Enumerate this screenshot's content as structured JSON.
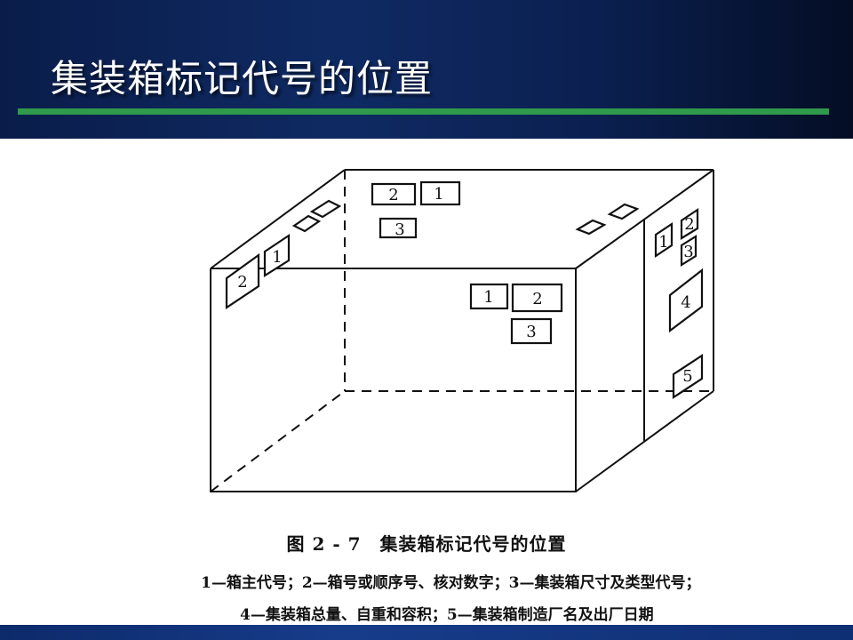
{
  "slide": {
    "title": "集装箱标记代号的位置"
  },
  "theme": {
    "header_bg": "#0f2a63",
    "rule_color": "#2f9a4b",
    "title_color": "#ffffff",
    "footer_bg": "#173c8a"
  },
  "figure": {
    "markers": {
      "top_box_2": "2",
      "top_box_1": "1",
      "top_box_3": "3",
      "left_box_2": "2",
      "left_box_1": "1",
      "front_box_1": "1",
      "front_box_2": "2",
      "front_box_3": "3",
      "end_box_1": "1",
      "end_box_2": "2",
      "end_box_3": "3",
      "end_box_4": "4",
      "end_box_5": "5"
    },
    "caption_title": "图 2 - 7　集装箱标记代号的位置",
    "legend_line1": "1—箱主代号；2—箱号或顺序号、核对数字；3—集装箱尺寸及类型代号；",
    "legend_line2": "4—集装箱总量、自重和容积；5—集装箱制造厂名及出厂日期"
  }
}
